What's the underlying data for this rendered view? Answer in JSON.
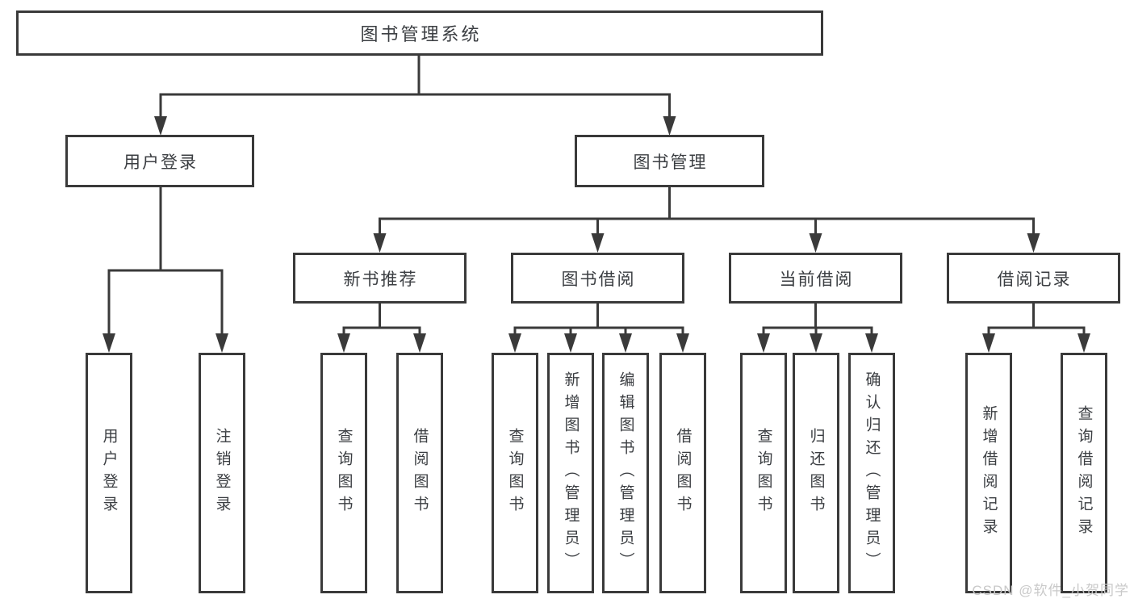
{
  "diagram_title": "图书管理系统",
  "watermark": "CSDN @软件_小贺同学",
  "colors": {
    "line": "#3a3a3a",
    "text": "#3b3e42",
    "background": "#ffffff",
    "watermark": "#c9c9c9"
  },
  "tree": {
    "root": "图书管理系统",
    "branches": [
      {
        "label": "用户登录",
        "children": [
          "用户登录",
          "注销登录"
        ]
      },
      {
        "label": "图书管理",
        "groups": [
          {
            "label": "新书推荐",
            "children": [
              "查询图书",
              "借阅图书"
            ]
          },
          {
            "label": "图书借阅",
            "children": [
              "查询图书",
              "新增图书（管理员）",
              "编辑图书（管理员）",
              "借阅图书"
            ]
          },
          {
            "label": "当前借阅",
            "children": [
              "查询图书",
              "归还图书",
              "确认归还（管理员）"
            ]
          },
          {
            "label": "借阅记录",
            "children": [
              "新增借阅记录",
              "查询借阅记录"
            ]
          }
        ]
      }
    ]
  }
}
